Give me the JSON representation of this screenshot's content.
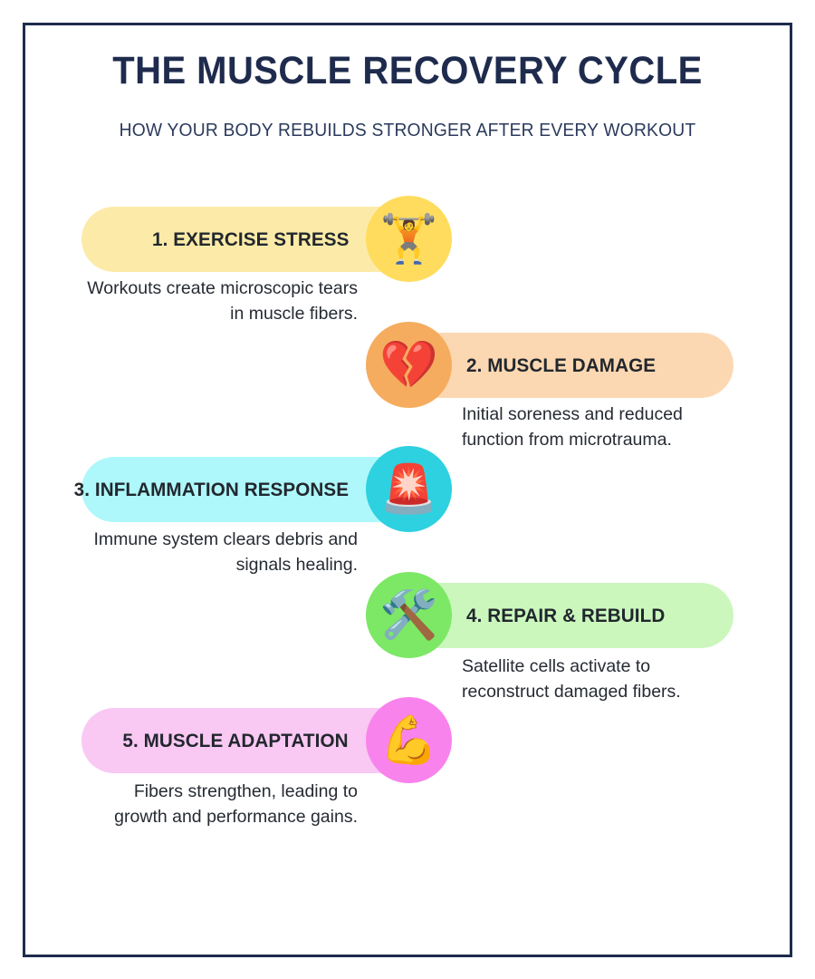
{
  "poster": {
    "title": "THE MUSCLE RECOVERY CYCLE",
    "subtitle": "HOW YOUR BODY REBUILDS STRONGER AFTER EVERY WORKOUT",
    "border_color": "#1e2b4d",
    "title_color": "#1e2b4d",
    "background_color": "#ffffff"
  },
  "steps": [
    {
      "label": "1. EXERCISE STRESS",
      "description": "Workouts create microscopic tears in muscle fibers.",
      "icon": "weightlifter-icon",
      "icon_glyph": "🏋️",
      "side": "left",
      "circle_color": "#ffdc5e",
      "pill_color": "#fceba8"
    },
    {
      "label": "2. MUSCLE DAMAGE",
      "description": "Initial soreness and reduced function from microtrauma.",
      "icon": "broken-heart-icon",
      "icon_glyph": "💔",
      "side": "right",
      "circle_color": "#f5ac5e",
      "pill_color": "#fcd8b2"
    },
    {
      "label": "3. INFLAMMATION RESPONSE",
      "description": "Immune system clears debris and signals healing.",
      "icon": "rotating-light-icon",
      "icon_glyph": "🚨",
      "side": "left",
      "circle_color": "#2dd1e0",
      "pill_color": "#aef8fb"
    },
    {
      "label": "4. REPAIR & REBUILD",
      "description": "Satellite cells activate to reconstruct damaged fibers.",
      "icon": "hammer-and-wrench-icon",
      "icon_glyph": "🛠️",
      "side": "right",
      "circle_color": "#7ce865",
      "pill_color": "#cbf7bd"
    },
    {
      "label": "5. MUSCLE ADAPTATION",
      "description": "Fibers strengthen, leading to growth and performance gains.",
      "icon": "flexed-biceps-icon",
      "icon_glyph": "💪",
      "side": "left",
      "circle_color": "#f983ec",
      "pill_color": "#f9c8f3"
    }
  ]
}
